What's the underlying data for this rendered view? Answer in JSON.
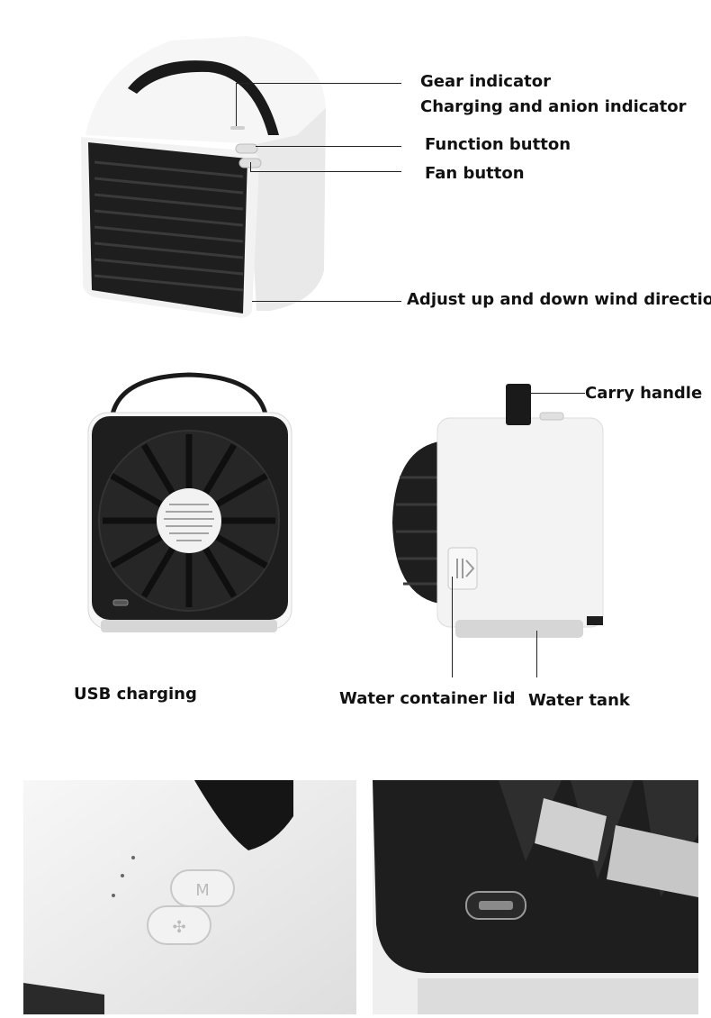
{
  "labels": {
    "gear_indicator": "Gear indicator",
    "charging_anion_indicator": "Charging and anion indicator",
    "function_button": "Function button",
    "fan_button": "Fan button",
    "wind_direction": "Adjust up and down wind direction",
    "carry_handle": "Carry handle",
    "usb_charging": "USB charging",
    "water_container_lid": "Water container lid",
    "water_tank": "Water tank"
  },
  "colors": {
    "body_white": "#f4f4f4",
    "body_black": "#1e1e1e",
    "tank_gray": "#d6d6d6",
    "label_text": "#111111"
  }
}
